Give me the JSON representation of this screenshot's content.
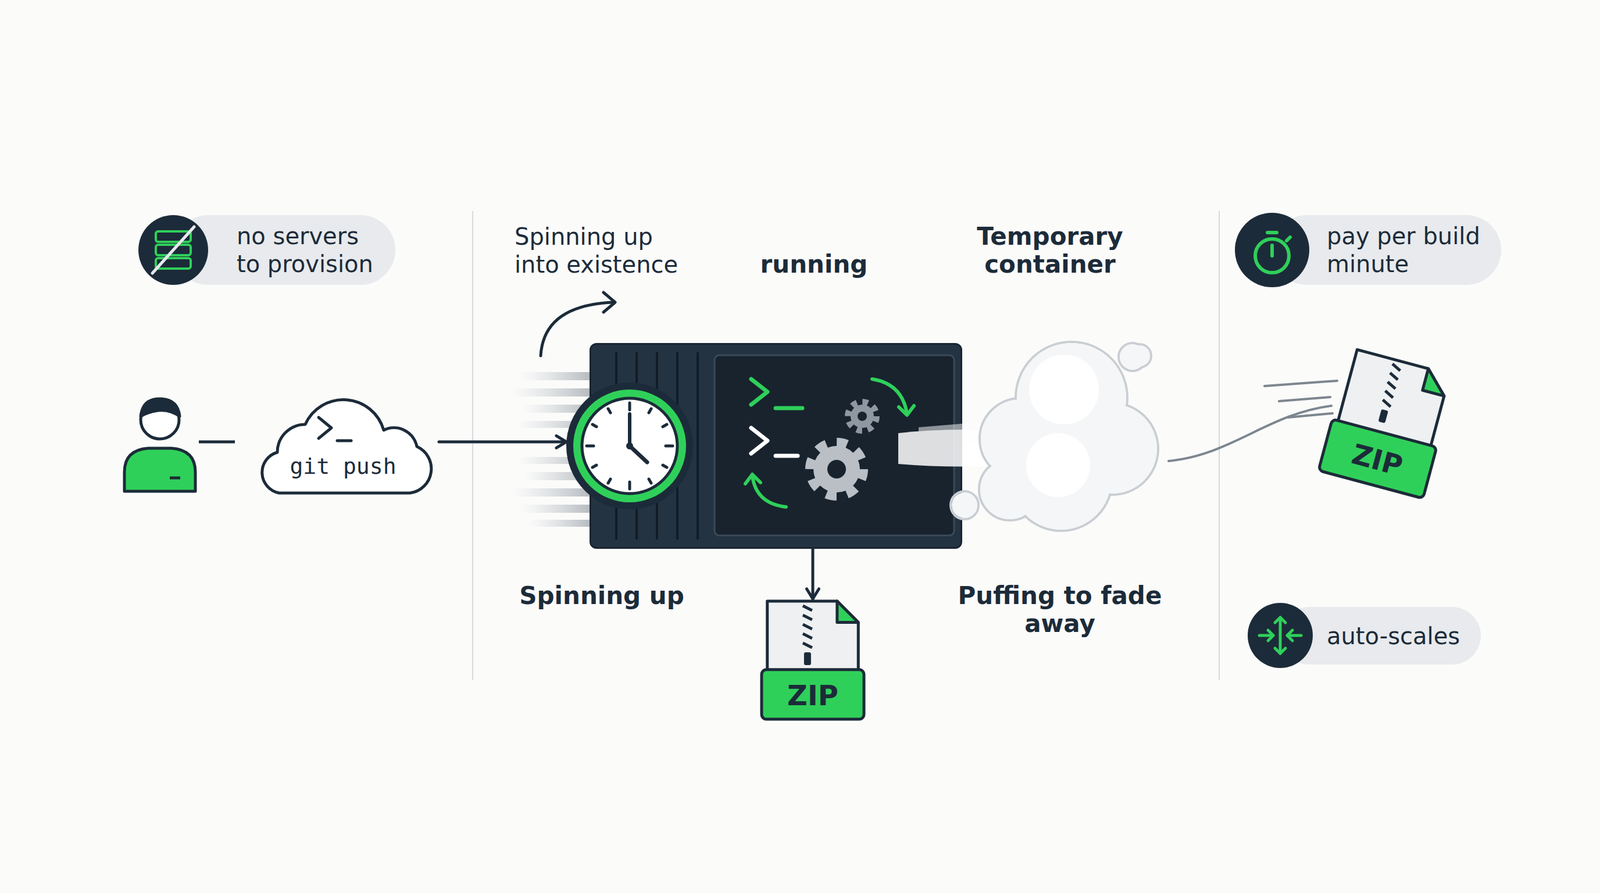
{
  "diagram": {
    "nodes": [
      {
        "text": [
          "no servers to provision"
        ]
      },
      {
        "text": [
          "git push"
        ]
      },
      {
        "text": [
          "running"
        ]
      },
      {
        "text": [
          "ZIP"
        ]
      },
      {
        "text": [
          "pay per build minute"
        ]
      },
      {
        "text": [
          "ZIP"
        ]
      },
      {
        "text": [
          "auto-scales"
        ]
      }
    ],
    "edges": [
      {
        "from": 1,
        "to": 2,
        "arrow": "to"
      },
      {
        "from": 2,
        "to": 3,
        "arrow": "to"
      }
    ],
    "labels": [
      "Spinning up into existence",
      "Temporary container",
      "Spinning up",
      "Puffing to fade away"
    ]
  }
}
